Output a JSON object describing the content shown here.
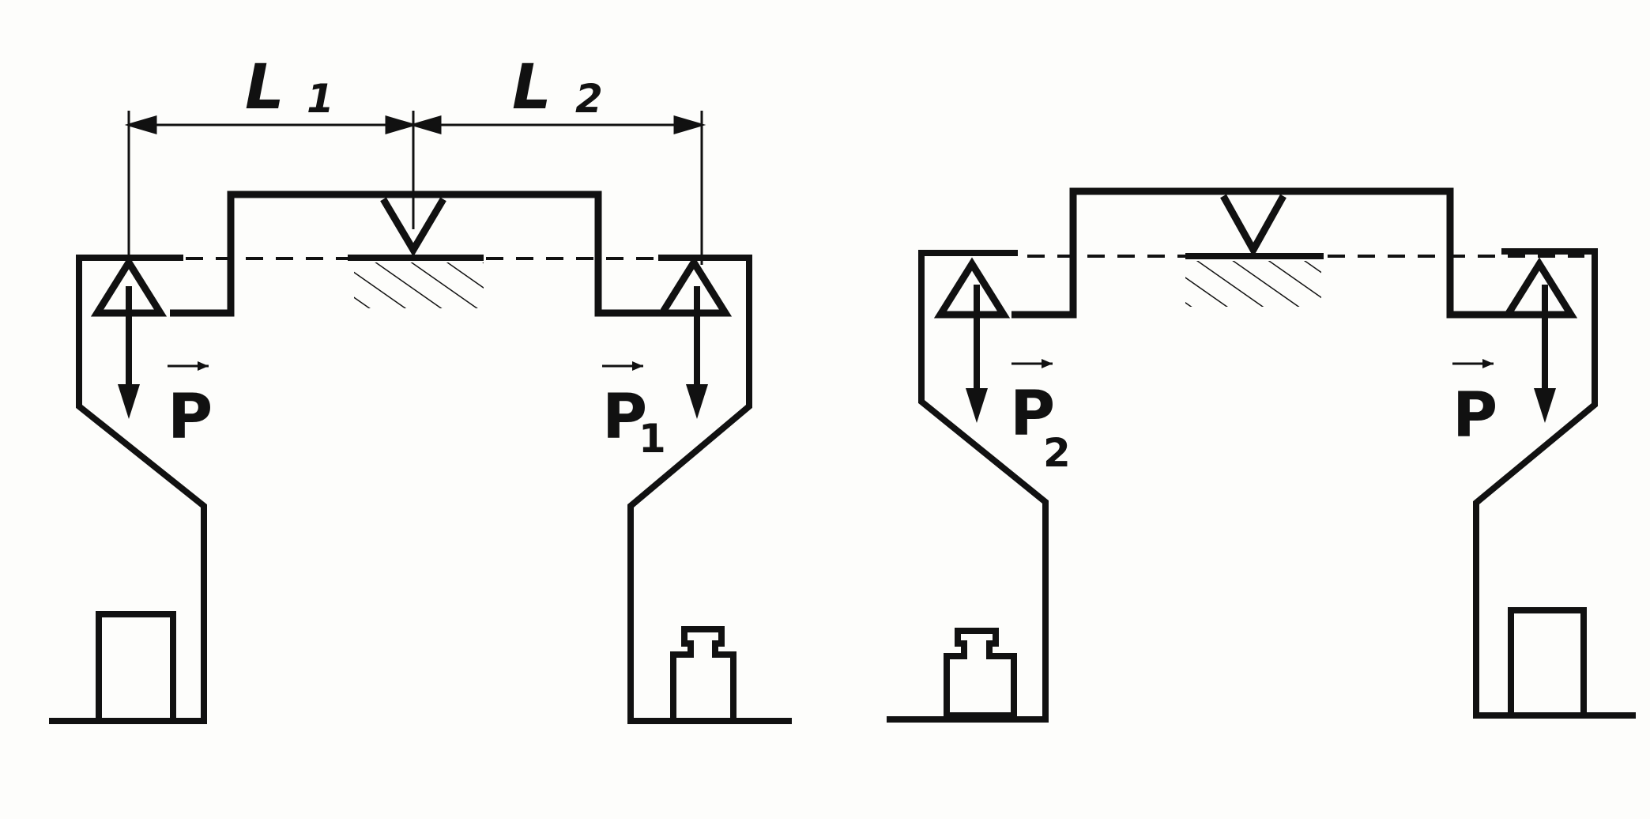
{
  "figure": {
    "dimensions": {
      "l1": {
        "symbol": "L",
        "sub": "1"
      },
      "l2": {
        "symbol": "L",
        "sub": "2"
      }
    },
    "left_scale": {
      "force_left": {
        "symbol": "P",
        "sub": ""
      },
      "force_right": {
        "symbol": "P",
        "sub": "1"
      }
    },
    "right_scale": {
      "force_left": {
        "symbol": "P",
        "sub": "2"
      },
      "force_right": {
        "symbol": "P",
        "sub": ""
      }
    },
    "colors": {
      "ink": "#111111",
      "paper": "#fdfdfb"
    }
  }
}
